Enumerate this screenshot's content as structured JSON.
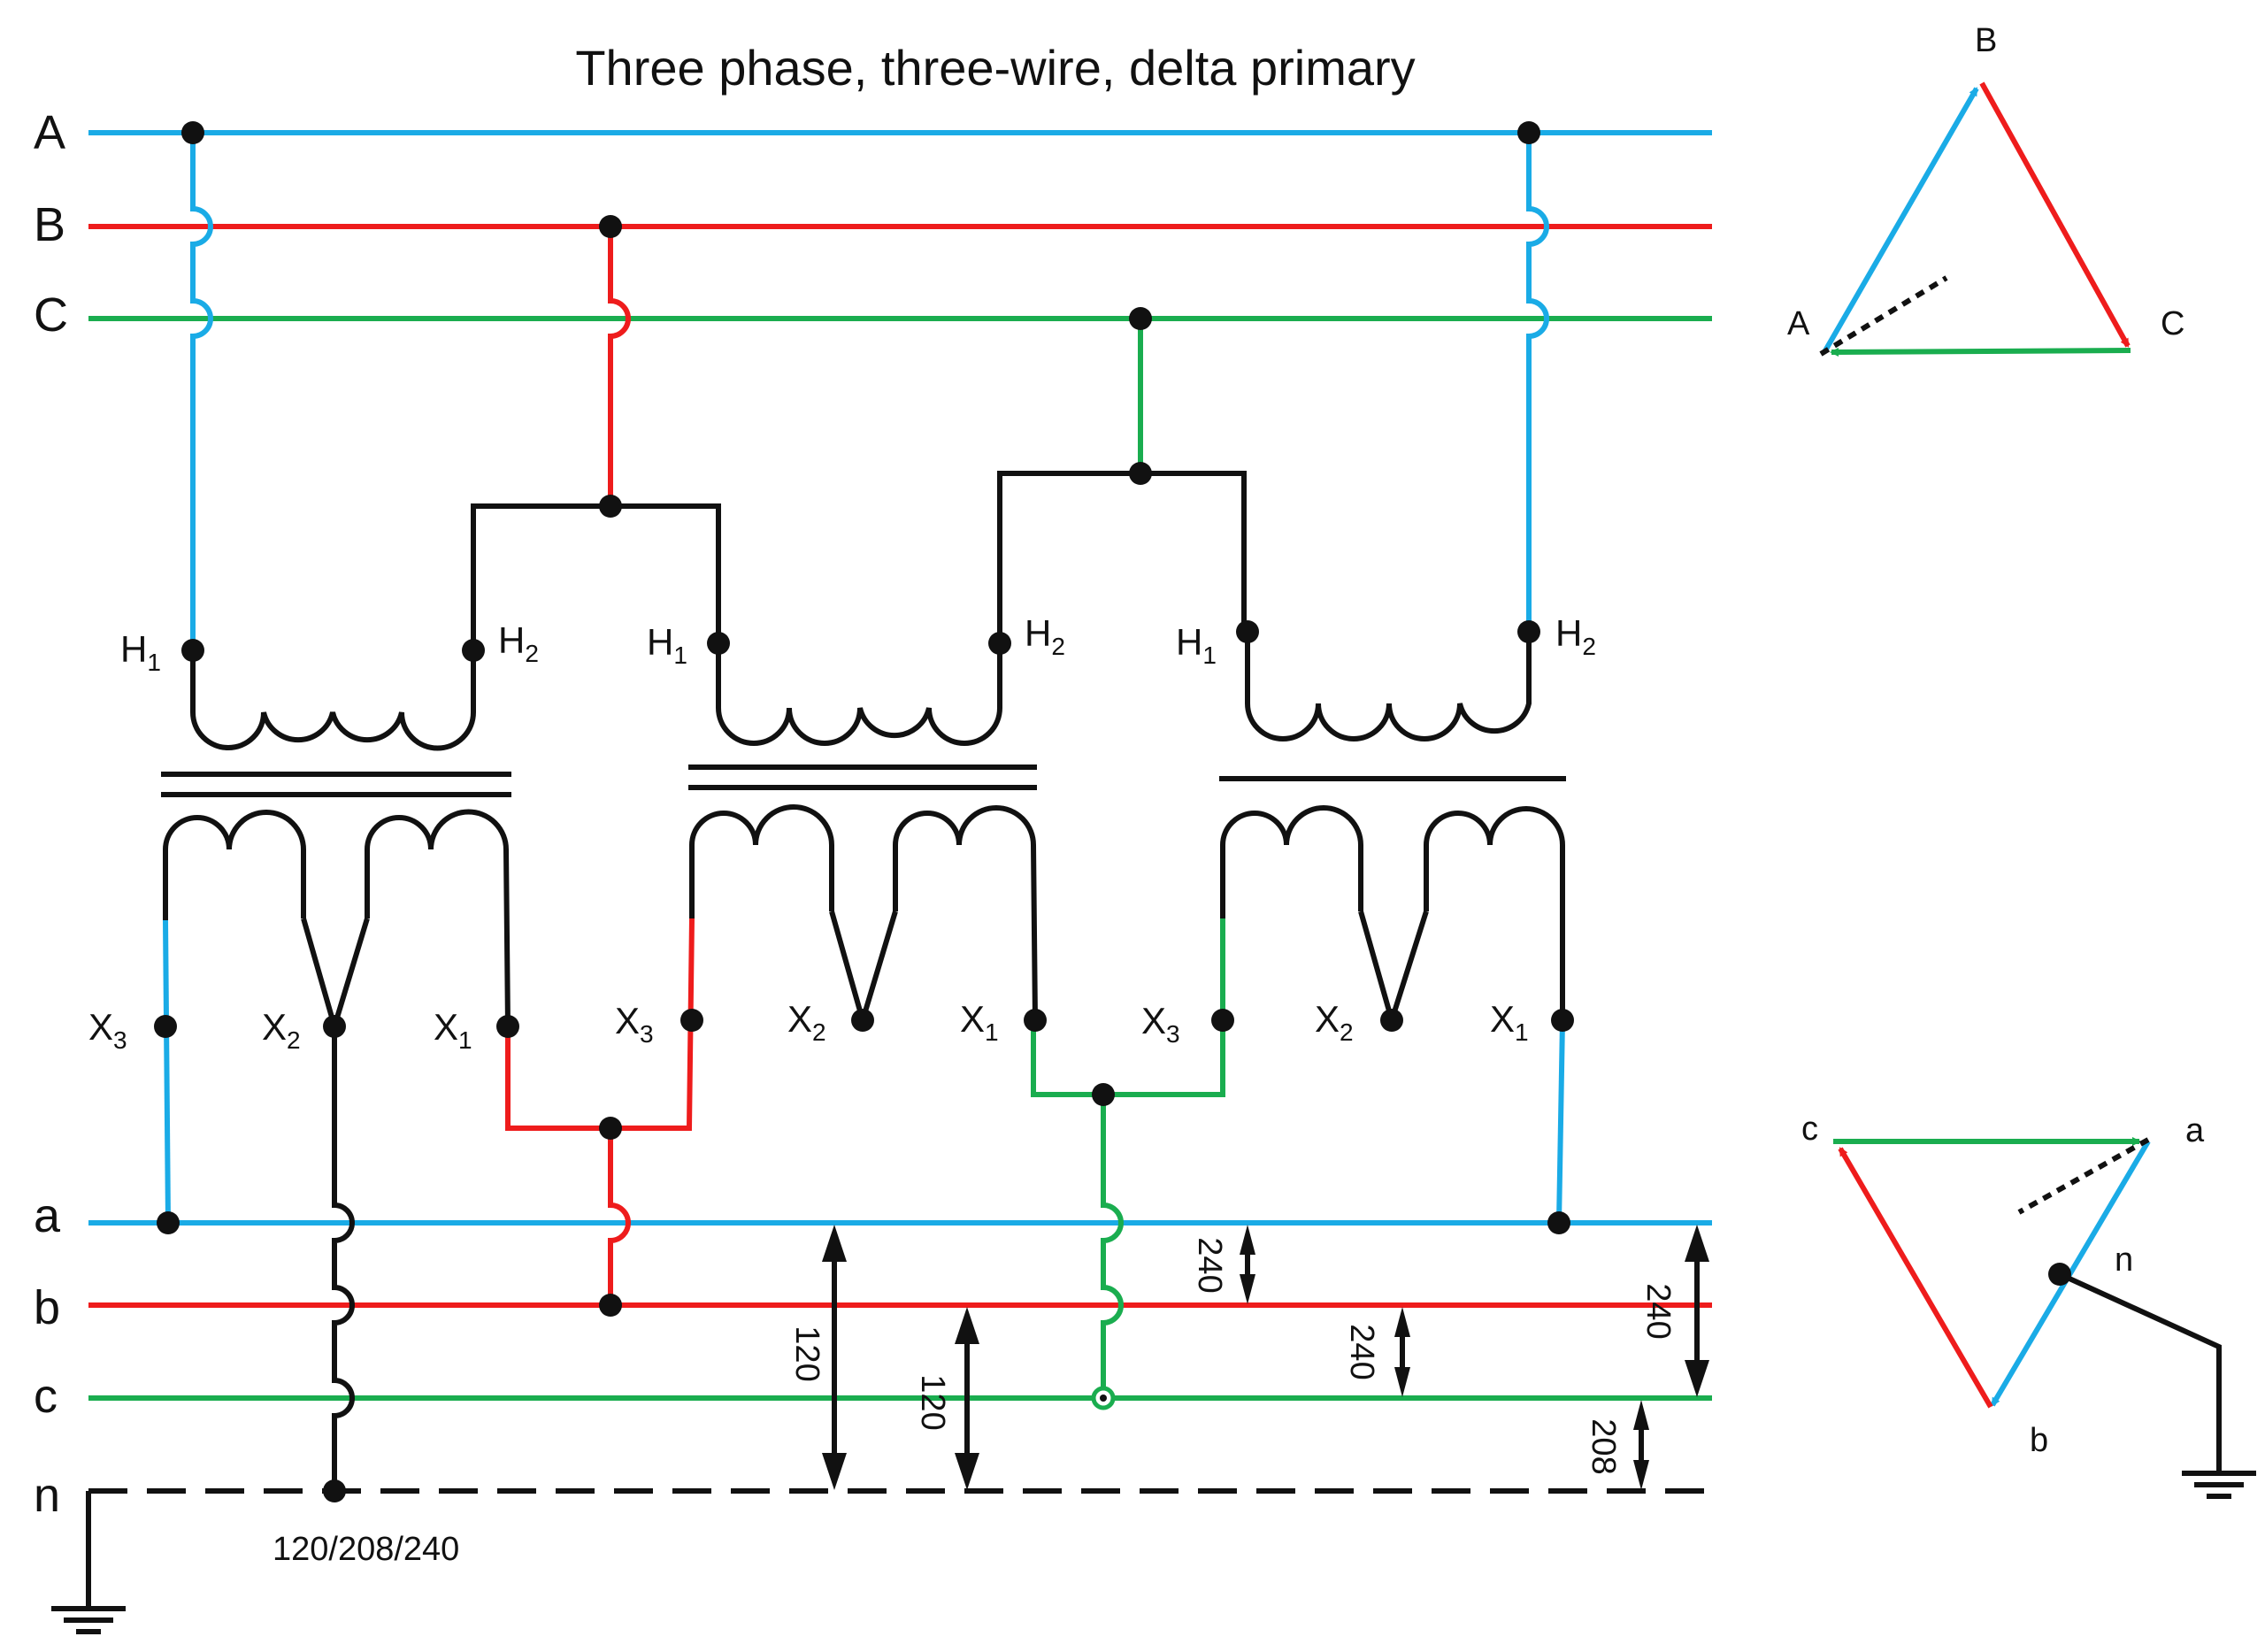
{
  "title": "Three phase, three-wire, delta primary",
  "colors": {
    "phase_a": "#1aabe6",
    "phase_b": "#ee1c1c",
    "phase_c": "#1aad4f",
    "neutral": "#111111"
  },
  "primary_bus": [
    "A",
    "B",
    "C"
  ],
  "secondary_bus": [
    "a",
    "b",
    "c",
    "n"
  ],
  "terminals": {
    "h1": "H",
    "h2": "H",
    "x1": "X",
    "x2": "X",
    "x3": "X",
    "sub_1": "1",
    "sub_2": "2",
    "sub_3": "3"
  },
  "voltages": {
    "a_n": "120",
    "b_n": "120",
    "a_b": "240",
    "b_c": "240",
    "a_c": "240",
    "c_n": "208"
  },
  "system_rating": "120/208/240",
  "primary_phasor": {
    "vertices": [
      "A",
      "B",
      "C"
    ]
  },
  "secondary_phasor": {
    "vertices": [
      "a",
      "b",
      "c",
      "n"
    ]
  },
  "icons": [
    "ground-icon",
    "arrow-icon"
  ]
}
